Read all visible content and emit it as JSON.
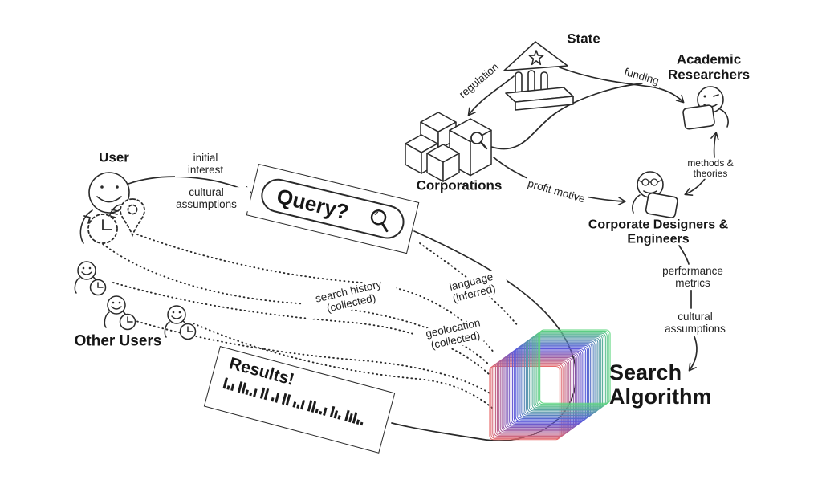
{
  "nodes": {
    "user": {
      "label": "User"
    },
    "other_users": {
      "label": "Other Users"
    },
    "query": {
      "label": "Query?"
    },
    "results": {
      "label": "Results!"
    },
    "corporations": {
      "label": "Corporations"
    },
    "state": {
      "label": "State"
    },
    "academic_researchers": {
      "label": "Academic Researchers"
    },
    "corporate_designers": {
      "label": "Corporate Designers & Engineers"
    },
    "search_algorithm": {
      "label": "Search Algorithm"
    }
  },
  "edge_labels": {
    "initial_interest": "initial interest",
    "cultural_assumptions_user": "cultural assumptions",
    "regulation": "regulation",
    "funding": "funding",
    "profit_motive": "profit motive",
    "methods_theories": "methods & theories",
    "performance_metrics": "performance metrics",
    "cultural_assumptions_designers": "cultural assumptions",
    "search_history": "search history (collected)",
    "language": "language (inferred)",
    "geolocation": "geolocation (collected)"
  },
  "colors": {
    "ink": "#2a2a2a",
    "cube_red": "#e86a6a",
    "cube_blue": "#5858de",
    "cube_green": "#5cd57e"
  },
  "results_barcode": [
    14,
    5,
    9,
    0,
    14,
    14,
    6,
    4,
    10,
    0,
    14,
    14,
    0,
    5,
    12,
    0,
    14,
    14,
    0,
    7,
    5,
    12,
    0,
    14,
    14,
    6,
    4,
    10,
    0,
    14,
    10,
    5,
    0,
    14,
    11,
    14,
    6,
    4
  ]
}
